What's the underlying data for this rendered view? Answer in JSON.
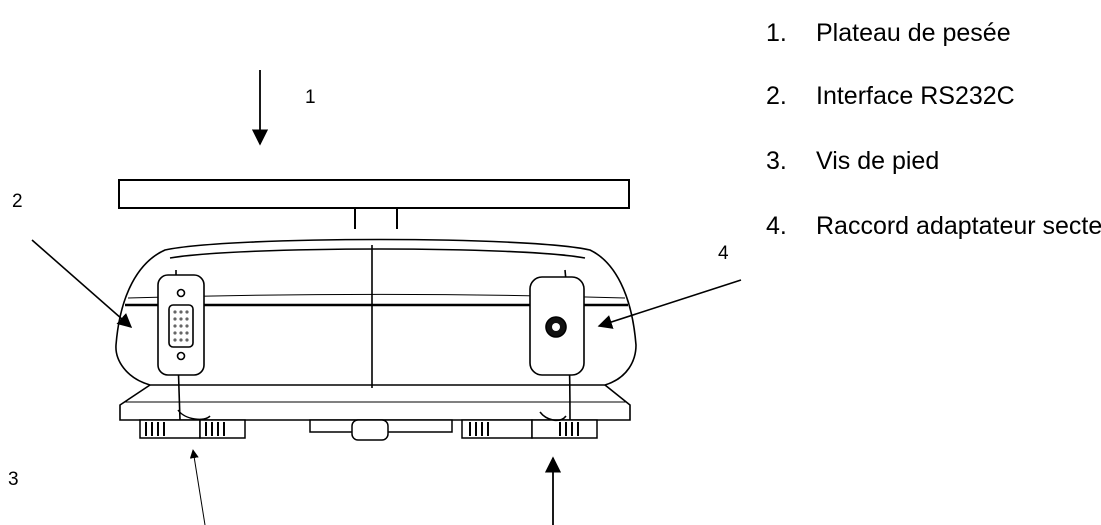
{
  "callouts": {
    "c1": "1",
    "c2": "2",
    "c3": "3",
    "c4": "4"
  },
  "legend": {
    "items": [
      {
        "num": "1.",
        "label": "Plateau de pesée"
      },
      {
        "num": "2.",
        "label": "Interface RS232C"
      },
      {
        "num": "3.",
        "label": "Vis de pied"
      },
      {
        "num": "4.",
        "label": "Raccord adaptateur secteur"
      }
    ]
  },
  "colors": {
    "line": "#000000",
    "body_fill": "#ffffff",
    "shade": "#666666"
  }
}
